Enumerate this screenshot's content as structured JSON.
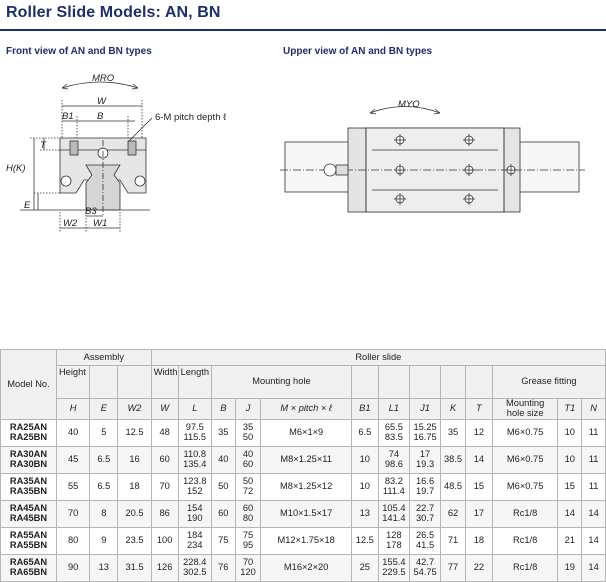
{
  "page_title": "Roller Slide Models: AN, BN",
  "front_caption": "Front view of AN and BN types",
  "upper_caption": "Upper view of AN and BN types",
  "dims": {
    "mro": "MRO",
    "myo": "MYO",
    "w": "W",
    "b1": "B1",
    "b": "B",
    "pitch": "6-M pitch depth ℓ",
    "t": "T",
    "hk": "H(K)",
    "e": "E",
    "b3": "B3",
    "w2": "W2",
    "w1": "W1"
  },
  "table": {
    "model_header": "Model No.",
    "assembly": "Assembly",
    "roller_slide": "Roller slide",
    "height": "Height",
    "width": "Width",
    "length": "Length",
    "mounting_hole": "Mounting hole",
    "grease_fitting": "Grease fitting",
    "mounting_hole_size": [
      "Mounting",
      "hole size"
    ],
    "sym": {
      "H": "H",
      "E": "E",
      "W2": "W2",
      "W": "W",
      "L": "L",
      "B": "B",
      "J": "J",
      "Mpitch": "M × pitch × ℓ",
      "B1": "B1",
      "L1": "L1",
      "J1": "J1",
      "K": "K",
      "T": "T",
      "T1": "T1",
      "N": "N"
    },
    "rows": [
      {
        "m": [
          "RA25AN",
          "RA25BN"
        ],
        "H": "40",
        "E": "5",
        "W2": "12.5",
        "W": "48",
        "L": [
          "97.5",
          "115.5"
        ],
        "B": "35",
        "J": [
          "35",
          "50"
        ],
        "M": "M6×1×9",
        "B1": "6.5",
        "L1": [
          "65.5",
          "83.5"
        ],
        "J1": [
          "15.25",
          "16.75"
        ],
        "K": "35",
        "T": "12",
        "size": "M6×0.75",
        "T1": "10",
        "N": "11"
      },
      {
        "m": [
          "RA30AN",
          "RA30BN"
        ],
        "H": "45",
        "E": "6.5",
        "W2": "16",
        "W": "60",
        "L": [
          "110.8",
          "135.4"
        ],
        "B": "40",
        "J": [
          "40",
          "60"
        ],
        "M": "M8×1.25×11",
        "B1": "10",
        "L1": [
          "74",
          "98.6"
        ],
        "J1": [
          "17",
          "19.3"
        ],
        "K": "38.5",
        "T": "14",
        "size": "M6×0.75",
        "T1": "10",
        "N": "11"
      },
      {
        "m": [
          "RA35AN",
          "RA35BN"
        ],
        "H": "55",
        "E": "6.5",
        "W2": "18",
        "W": "70",
        "L": [
          "123.8",
          "152"
        ],
        "B": "50",
        "J": [
          "50",
          "72"
        ],
        "M": "M8×1.25×12",
        "B1": "10",
        "L1": [
          "83.2",
          "111.4"
        ],
        "J1": [
          "16.6",
          "19.7"
        ],
        "K": "48.5",
        "T": "15",
        "size": "M6×0.75",
        "T1": "15",
        "N": "11"
      },
      {
        "m": [
          "RA45AN",
          "RA45BN"
        ],
        "H": "70",
        "E": "8",
        "W2": "20.5",
        "W": "86",
        "L": [
          "154",
          "190"
        ],
        "B": "60",
        "J": [
          "60",
          "80"
        ],
        "M": "M10×1.5×17",
        "B1": "13",
        "L1": [
          "105.4",
          "141.4"
        ],
        "J1": [
          "22.7",
          "30.7"
        ],
        "K": "62",
        "T": "17",
        "size": "Rc1/8",
        "T1": "14",
        "N": "14"
      },
      {
        "m": [
          "RA55AN",
          "RA55BN"
        ],
        "H": "80",
        "E": "9",
        "W2": "23.5",
        "W": "100",
        "L": [
          "184",
          "234"
        ],
        "B": "75",
        "J": [
          "75",
          "95"
        ],
        "M": "M12×1.75×18",
        "B1": "12.5",
        "L1": [
          "128",
          "178"
        ],
        "J1": [
          "26.5",
          "41.5"
        ],
        "K": "71",
        "T": "18",
        "size": "Rc1/8",
        "T1": "21",
        "N": "14"
      },
      {
        "m": [
          "RA65AN",
          "RA65BN"
        ],
        "H": "90",
        "E": "13",
        "W2": "31.5",
        "W": "126",
        "L": [
          "228.4",
          "302.5"
        ],
        "B": "76",
        "J": [
          "70",
          "120"
        ],
        "M": "M16×2×20",
        "B1": "25",
        "L1": [
          "155.4",
          "229.5"
        ],
        "J1": [
          "42.7",
          "54.75"
        ],
        "K": "77",
        "T": "22",
        "size": "Rc1/8",
        "T1": "19",
        "N": "14"
      }
    ]
  }
}
